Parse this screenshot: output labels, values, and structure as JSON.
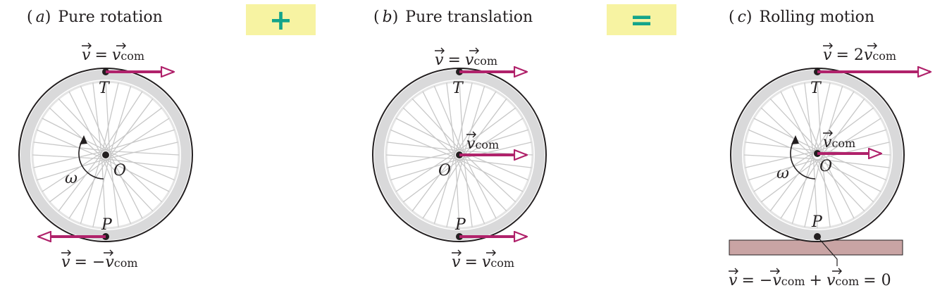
{
  "panels": [
    {
      "title_letter": "a",
      "title_text": "Pure rotation",
      "top_vector": {
        "v": "v",
        "eq": "=",
        "rhs": "v",
        "sub": "com"
      },
      "bottom_vector": {
        "v": "v",
        "eq": "= −",
        "rhs": "v",
        "sub": "com"
      },
      "labels": {
        "top": "T",
        "center": "O",
        "bottom": "P",
        "omega": "ω"
      }
    },
    {
      "title_letter": "b",
      "title_text": "Pure translation",
      "top_vector": {
        "v": "v",
        "eq": "=",
        "rhs": "v",
        "sub": "com"
      },
      "center_vector": {
        "v": "v",
        "sub": "com"
      },
      "bottom_vector": {
        "v": "v",
        "eq": "=",
        "rhs": "v",
        "sub": "com"
      },
      "labels": {
        "top": "T",
        "center": "O",
        "bottom": "P"
      }
    },
    {
      "title_letter": "c",
      "title_text": "Rolling motion",
      "top_vector": {
        "v": "v",
        "eq": "= 2",
        "rhs": "v",
        "sub": "com"
      },
      "center_vector": {
        "v": "v",
        "sub": "com"
      },
      "bottom_equation": {
        "v": "v",
        "eq1": "= −",
        "rhs1": "v",
        "sub1": "com",
        "plus": "+",
        "rhs2": "v",
        "sub2": "com",
        "tail": "= 0"
      },
      "labels": {
        "top": "T",
        "center": "O",
        "bottom": "P",
        "omega": "ω"
      }
    }
  ],
  "operators": {
    "plus": "+",
    "equals": "="
  },
  "colors": {
    "arrow": "#b0226b",
    "operator_box": "#f7f3a2",
    "operator_symbol": "#13a48a",
    "tire": "#d9d9da",
    "spokes": "#c8c8c8",
    "ground": "#c9a4a4"
  }
}
